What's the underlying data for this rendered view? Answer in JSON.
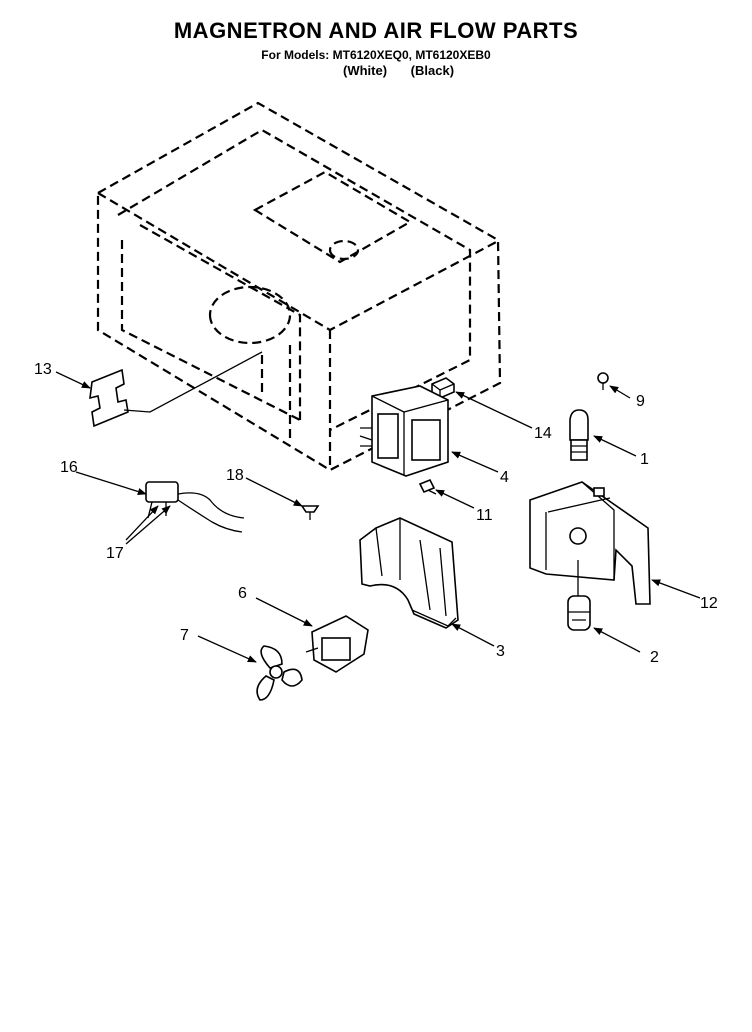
{
  "header": {
    "title": "MAGNETRON AND AIR FLOW PARTS",
    "models": "For Models: MT6120XEQ0, MT6120XEB0",
    "variant_white": "(White)",
    "variant_black": "(Black)"
  },
  "callouts": [
    "1",
    "2",
    "3",
    "4",
    "6",
    "7",
    "9",
    "11",
    "12",
    "13",
    "14",
    "16",
    "17",
    "18"
  ]
}
